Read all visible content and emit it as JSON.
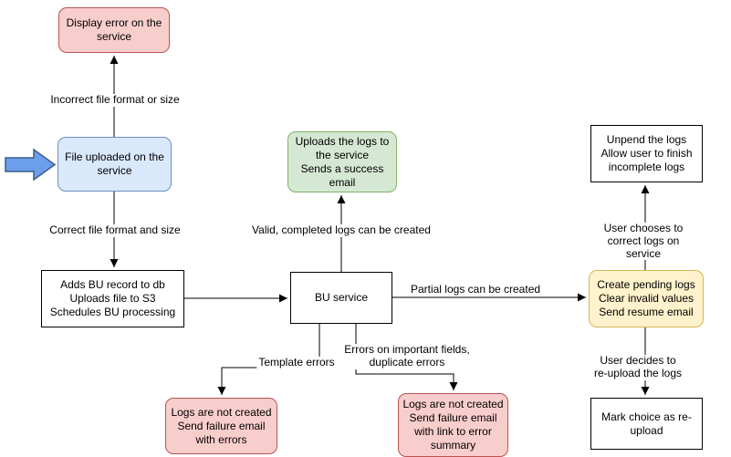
{
  "nodes": {
    "display_error": {
      "label": "Display error on the\nservice"
    },
    "file_uploaded": {
      "label": "File uploaded on the\nservice"
    },
    "adds_bu": {
      "label": "Adds BU record to db\nUploads file to S3\nSchedules BU processing"
    },
    "bu_service": {
      "label": "BU service"
    },
    "uploads_logs": {
      "label": "Uploads the logs to\nthe service\nSends a success\nemail"
    },
    "unpend": {
      "label": "Unpend the logs\nAllow user to finish\nincomplete logs"
    },
    "create_pending": {
      "label": "Create pending logs\nClear invalid values\nSend resume email"
    },
    "logs_not_created_errors": {
      "label": "Logs are not created\nSend failure email\nwith errors"
    },
    "logs_not_created_summary": {
      "label": "Logs are not created\nSend failure email\nwith link to error\nsummary"
    },
    "mark_choice": {
      "label": "Mark choice as re-\nupload"
    }
  },
  "edges": {
    "incorrect": {
      "label": "Incorrect file format or size"
    },
    "correct": {
      "label": "Correct file format and size"
    },
    "valid": {
      "label": "Valid, completed logs can be created"
    },
    "partial": {
      "label": "Partial logs can be created"
    },
    "template_errors": {
      "label": "Template errors"
    },
    "important_fields": {
      "label": "Errors on important fields,\nduplicate errors"
    },
    "correct_on_service": {
      "label": "User chooses to correct logs on service"
    },
    "reupload": {
      "label": "User decides to re-upload the logs"
    }
  },
  "colors": {
    "pink-fill": "#f8cecc",
    "pink-border": "#b85450",
    "blue-fill": "#dae8fc",
    "blue-border": "#6c8ebf",
    "green-fill": "#d5e8d4",
    "green-border": "#82b366",
    "yellow-fill": "#fff2cc",
    "yellow-border": "#d6b656",
    "white-fill": "#ffffff",
    "line-color": "#000000",
    "start-arrow-fill": "#6d9eeb",
    "start-arrow-border": "#3a5f8a"
  }
}
